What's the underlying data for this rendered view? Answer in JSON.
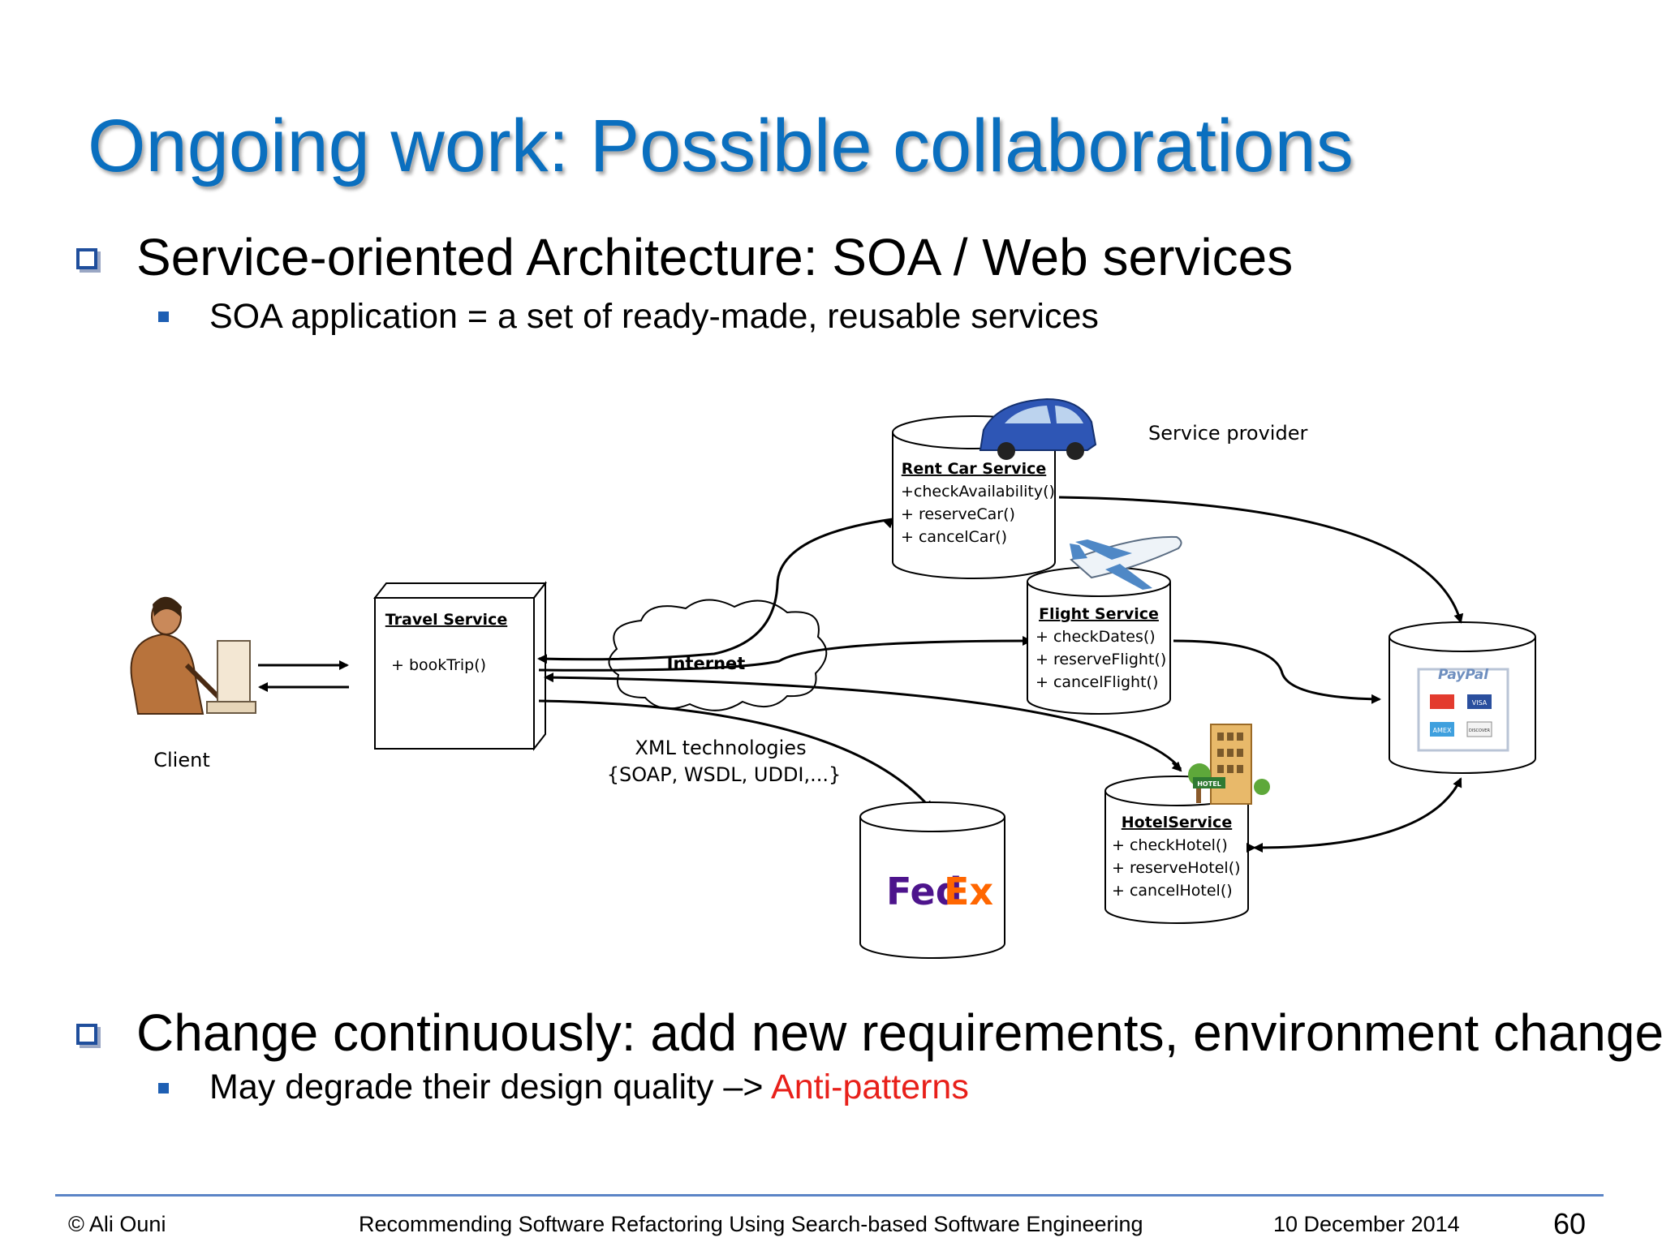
{
  "title": "Ongoing work: Possible collaborations",
  "bullets": [
    {
      "text": "Service-oriented Architecture: SOA / Web services",
      "sub": "SOA application = a set of ready-made, reusable services"
    },
    {
      "text": "Change continuously: add new requirements, environment changes",
      "sub_prefix": "May degrade their design quality –> ",
      "sub_highlight": "Anti-patterns"
    }
  ],
  "diagram": {
    "client_label": "Client",
    "service_provider_label": "Service provider",
    "travel": {
      "name": "Travel Service",
      "methods": [
        "+ bookTrip()"
      ]
    },
    "internet_label": "Internet",
    "xml_label_1": "XML technologies",
    "xml_label_2": "{SOAP, WSDL, UDDI,...}",
    "rentcar": {
      "name": "Rent Car Service",
      "methods": [
        "+checkAvailability()",
        "+ reserveCar()",
        "+ cancelCar()"
      ]
    },
    "flight": {
      "name": "Flight Service",
      "methods": [
        "+ checkDates()",
        "+ reserveFlight()",
        "+ cancelFlight()"
      ]
    },
    "hotel": {
      "name": "HotelService",
      "methods": [
        "+ checkHotel()",
        "+ reserveHotel()",
        "+ cancelHotel()"
      ]
    },
    "paypal_logo": "PayPal",
    "fedex_logo_1": "Fed",
    "fedex_logo_2": "Ex",
    "hotel_sign": "HOTEL",
    "card_labels": [
      "AMEX",
      "VISA",
      "DISCOVER"
    ]
  },
  "footer": {
    "author": "© Ali Ouni",
    "talk": "Recommending Software Refactoring Using Search-based Software Engineering",
    "date": "10 December 2014",
    "page": "60"
  },
  "colors": {
    "title": "#0a6fbf",
    "bullet": "#1f4e9c",
    "highlight": "#e8201a",
    "footer_line": "#5b84c6"
  }
}
